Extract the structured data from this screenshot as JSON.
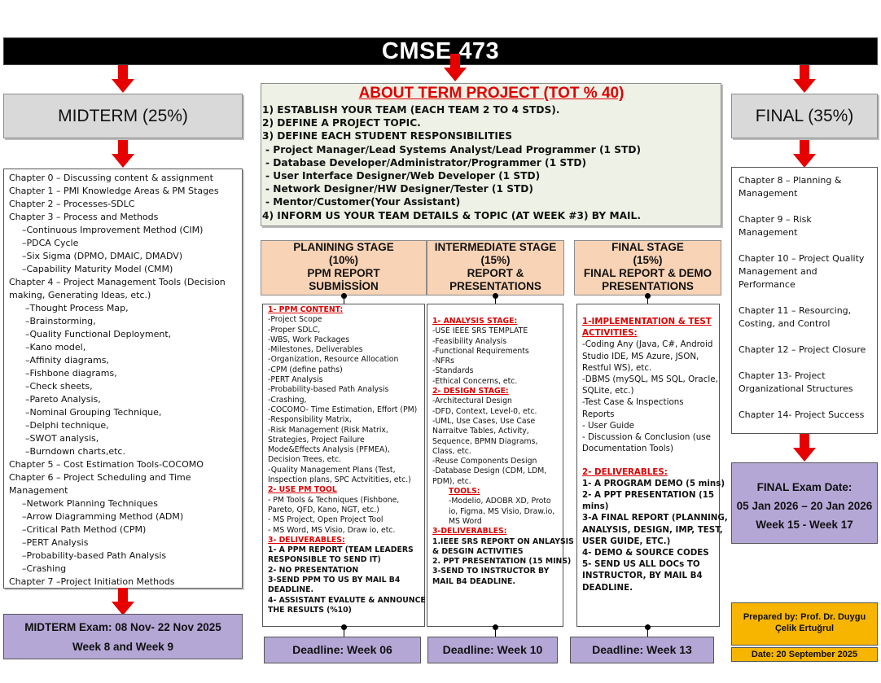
{
  "title": "CMSE  473",
  "midterm": {
    "heading": "MIDTERM (25%)",
    "chapters": [
      "Chapter 0 – Discussing content & assignment",
      "Chapter 1 – PMI Knowledge Areas & PM Stages",
      "Chapter 2 – Processes-SDLC",
      "Chapter 3 – Process and Methods",
      "–Continuous Improvement Method (CIM)",
      "–PDCA Cycle",
      "–Six Sigma (DPMO, DMAIC, DMADV)",
      "–Capability Maturity Model (CMM)",
      "Chapter 4 – Project Management Tools (Decision",
      "making, Generating Ideas, etc.)",
      "–Thought Process Map,",
      "–Brainstorming,",
      "–Quality Functional Deployment,",
      "–Kano model,",
      "–Affinity diagrams,",
      "–Fishbone diagrams,",
      "–Check sheets,",
      "–Pareto Analysis,",
      "–Nominal Grouping Technique,",
      "–Delphi technique,",
      "–SWOT analysis,",
      "–Burndown charts,etc.",
      "Chapter 5 – Cost Estimation Tools-COCOMO",
      "Chapter 6 – Project Scheduling and Time",
      "Management",
      "–Network Planning Techniques",
      "–Arrow Diagramming Method (ADM)",
      "–Critical Path Method (CPM)",
      "–PERT Analysis",
      "–Probability-based Path Analysis",
      "–Crashing",
      "Chapter 7 –Project Initiation Methods"
    ],
    "exam_line1": "MIDTERM Exam: 08 Nov- 22  Nov 2025",
    "exam_line2": "Week 8 and Week 9"
  },
  "about": {
    "heading": "ABOUT TERM PROJECT (TOT % 40)",
    "lines": [
      "1) ESTABLISH YOUR TEAM (EACH TEAM 2 TO 4 STDS).",
      "2) DEFINE A PROJECT TOPIC.",
      "3) DEFINE EACH STUDENT RESPONSIBILITIES",
      " - Project Manager/Lead Systems Analyst/Lead Programmer (1 STD)",
      " - Database Developer/Administrator/Programmer (1 STD)",
      " - User Interface Designer/Web Developer (1 STD)",
      " - Network Designer/HW Designer/Tester (1 STD)",
      " - Mentor/Customer(Your Assistant)",
      "4) INFORM US YOUR TEAM DETAILS & TOPIC (AT WEEK #3) BY MAIL."
    ]
  },
  "stages": [
    {
      "head": [
        "PLANINING STAGE",
        "(10%)",
        "PPM REPORT",
        "SUBMİSSİON"
      ],
      "content": [
        {
          "t": "1- PPM CONTENT:",
          "s": "sec"
        },
        {
          "t": "-Project Scope"
        },
        {
          "t": "-Proper SDLC,"
        },
        {
          "t": "-WBS, Work Packages"
        },
        {
          "t": "-Milestones, Deliverables"
        },
        {
          "t": "-Organization, Resource Allocation"
        },
        {
          "t": "-CPM (define paths)"
        },
        {
          "t": "-PERT Analysis"
        },
        {
          "t": "-Probability-based Path Analysis"
        },
        {
          "t": "-Crashing,"
        },
        {
          "t": "-COCOMO- Time Estimation, Effort (PM)"
        },
        {
          "t": "-Responsibility Matrix,"
        },
        {
          "t": "-Risk Management (Risk Matrix,"
        },
        {
          "t": "Strategies, Project Failure"
        },
        {
          "t": "Mode&Effects Analysis (PFMEA),"
        },
        {
          "t": "Decision Trees, etc."
        },
        {
          "t": "-Quality Management Plans (Test,"
        },
        {
          "t": "Inspection plans, SPC Actvitities, etc.)"
        },
        {
          "t": "2- USE PM TOOL",
          "s": "sec"
        },
        {
          "t": "- PM Tools & Techniques (Fishbone,"
        },
        {
          "t": "Pareto, QFD, Kano, NGT, etc.)"
        },
        {
          "t": "- MS Project, Open Project Tool"
        },
        {
          "t": "- MS Word, MS Visio, Draw io, etc."
        },
        {
          "t": "3- DELIVERABLES:",
          "s": "sec"
        },
        {
          "t": "1- A PPM REPORT (TEAM LEADERS",
          "s": "b"
        },
        {
          "t": "RESPONSIBLE TO SEND IT)",
          "s": "b"
        },
        {
          "t": "2- NO PRESENTATION",
          "s": "b"
        },
        {
          "t": "3-SEND PPM TO US BY MAIL B4",
          "s": "b"
        },
        {
          "t": "DEADLINE.",
          "s": "b"
        },
        {
          "t": "4- ASSISTANT EVALUTE & ANNOUNCE",
          "s": "b"
        },
        {
          "t": "THE RESULTS (%10)",
          "s": "b"
        }
      ],
      "deadline": "Deadline: Week 06"
    },
    {
      "head": [
        "INTERMEDIATE STAGE",
        "(15%)",
        "REPORT &",
        "PRESENTATIONS"
      ],
      "content": [
        {
          "t": "1- ANALYSIS STAGE:",
          "s": "sec"
        },
        {
          "t": "-USE IEEE SRS TEMPLATE"
        },
        {
          "t": "-Feasibility Analysis"
        },
        {
          "t": "-Functional Requirements"
        },
        {
          "t": "-NFRs"
        },
        {
          "t": "-Standards"
        },
        {
          "t": "-Ethical Concerns, etc."
        },
        {
          "t": "2- DESIGN STAGE:",
          "s": "sec"
        },
        {
          "t": "-Architectural Design"
        },
        {
          "t": "-DFD, Context, Level-0, etc."
        },
        {
          "t": "-UML, Use Cases, Use Case"
        },
        {
          "t": "Narraitve Tables, Activity,"
        },
        {
          "t": "Sequence, BPMN Diagrams,"
        },
        {
          "t": "Class, etc."
        },
        {
          "t": "-Reuse Components Design"
        },
        {
          "t": "-Database Design (CDM, LDM,"
        },
        {
          "t": "PDM), etc."
        },
        {
          "t": "TOOLS:",
          "s": "sec",
          "indent": true
        },
        {
          "t": "-Modelio, ADOBR XD, Proto",
          "indent": true
        },
        {
          "t": "io, Figma, MS Visio, Draw.io,",
          "indent": true
        },
        {
          "t": "MS Word",
          "indent": true
        },
        {
          "t": "3-DELIVERABLES:",
          "s": "sec"
        },
        {
          "t": "1.IEEE SRS REPORT ON ANLAYSIS",
          "s": "b"
        },
        {
          "t": "& DESGIN ACTIVITIES",
          "s": "b"
        },
        {
          "t": "2. PPT PRESENTATION (15 MINS)",
          "s": "b"
        },
        {
          "t": "3-SEND TO INSTRUCTOR BY",
          "s": "b"
        },
        {
          "t": "MAIL B4 DEADLINE.",
          "s": "b"
        }
      ],
      "deadline": "Deadline: Week 10"
    },
    {
      "head": [
        "FINAL STAGE",
        "(15%)",
        "FINAL REPORT & DEMO",
        "PRESENTATIONS"
      ],
      "content": [
        {
          "t": "1-IMPLEMENTATION & TEST",
          "s": "sec"
        },
        {
          "t": "ACTIVITIES:",
          "s": "sec"
        },
        {
          "t": "-Coding Any (Java, C#, Android"
        },
        {
          "t": "Studio IDE, MS Azure, JSON,"
        },
        {
          "t": "Restful WS), etc."
        },
        {
          "t": "-DBMS (mySQL, MS SQL, Oracle,"
        },
        {
          "t": "SQLite, etc.)"
        },
        {
          "t": "-Test Case & Inspections"
        },
        {
          "t": "Reports"
        },
        {
          "t": "- User Guide"
        },
        {
          "t": "- Discussion & Conclusion (use"
        },
        {
          "t": "Documentation Tools)"
        },
        {
          "t": ""
        },
        {
          "t": "2- DELIVERABLES:",
          "s": "sec"
        },
        {
          "t": "1- A PROGRAM DEMO (5 mins)",
          "s": "b"
        },
        {
          "t": "2- A PPT PRESENTATION (15",
          "s": "b"
        },
        {
          "t": "mins)",
          "s": "b"
        },
        {
          "t": "3-A FINAL REPORT (PLANNING,",
          "s": "b"
        },
        {
          "t": "ANALYSIS, DESIGN, IMP, TEST,",
          "s": "b"
        },
        {
          "t": "USER GUIDE, ETC.)",
          "s": "b"
        },
        {
          "t": "4- DEMO & SOURCE CODES",
          "s": "b"
        },
        {
          "t": "5- SEND US ALL DOCs TO",
          "s": "b"
        },
        {
          "t": "INSTRUCTOR, BY MAIL B4",
          "s": "b"
        },
        {
          "t": "DEADLINE.",
          "s": "b"
        }
      ],
      "deadline": "Deadline: Week 13"
    }
  ],
  "final": {
    "heading": "FINAL (35%)",
    "chapters": [
      "Chapter 8 – Planning & Management",
      "Chapter 9 – Risk Management",
      "Chapter 10 – Project Quality Management and Performance",
      "Chapter 11 – Resourcing, Costing, and Control",
      "Chapter 12 – Project Closure",
      "Chapter  13- Project Organizational Structures",
      "Chapter  14- Project Success"
    ],
    "exam_line1": "FINAL Exam Date:",
    "exam_line2": "05 Jan 2026 – 20 Jan 2026",
    "exam_line3": "Week 15 - Week 17"
  },
  "prepared_by": "Prepared by: Prof. Dr. Duygu Çelik Ertuğrul",
  "date": "Date: 20 September 2025",
  "colors": {
    "title_bg": "#000000",
    "arrow": "#e60000",
    "gray_box": "#d9d9d9",
    "about_bg": "#eef2e6",
    "stage_head": "#f9d3b5",
    "purple": "#b4a7d6",
    "prepared": "#f7b500",
    "red_text": "#e00000"
  }
}
